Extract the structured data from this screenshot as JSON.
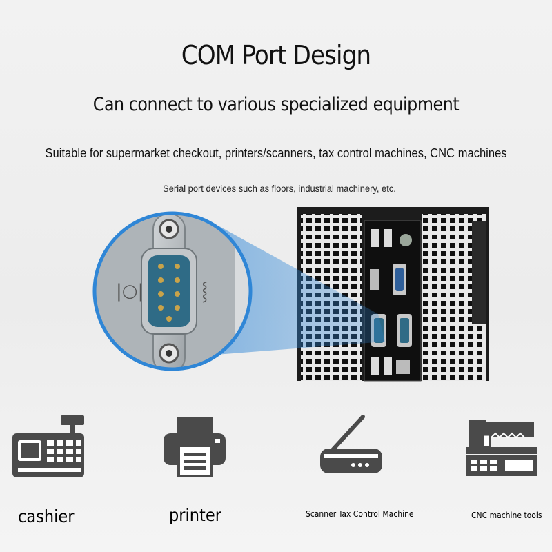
{
  "header": {
    "title": "COM Port Design",
    "subtitle": "Can connect to various specialized equipment",
    "description": "Suitable for supermarket checkout, printers/scanners, tax control machines, CNC machines",
    "note": "Serial port devices such as floors, industrial machinery, etc."
  },
  "devices": [
    {
      "label": "cashier",
      "icon": "cash-register-icon"
    },
    {
      "label": "printer",
      "icon": "printer-icon"
    },
    {
      "label": "Scanner Tax Control Machine",
      "icon": "scanner-icon"
    },
    {
      "label": "CNC machine tools",
      "icon": "cnc-machine-icon"
    }
  ],
  "colors": {
    "highlight": "#2f86d6",
    "icon": "#4a4a4a",
    "port": "#2f6b86"
  }
}
